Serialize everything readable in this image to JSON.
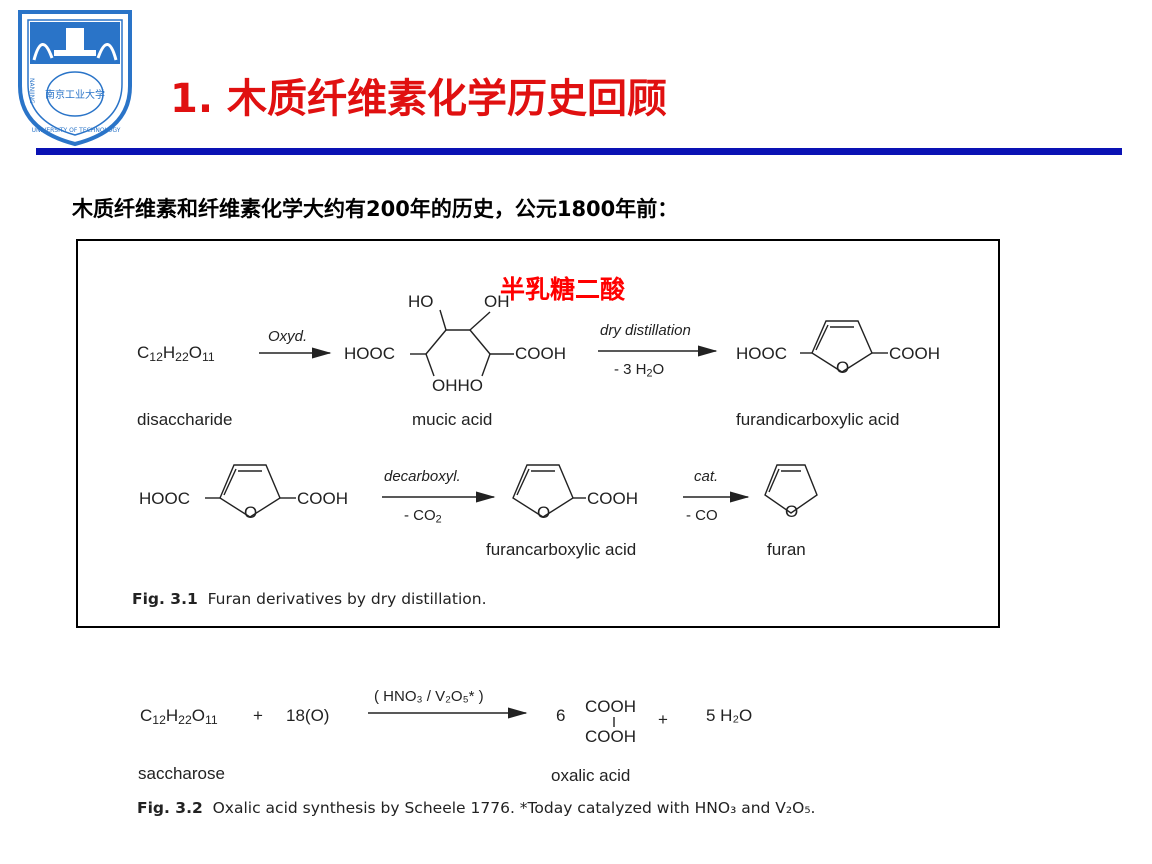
{
  "slide": {
    "title": "1. 木质纤维素化学历史回顾",
    "subtitle": "木质纤维素和纤维素化学大约有200年的历史，公元1800年前：",
    "colors": {
      "title": "#e01010",
      "rule": "#0a12b4",
      "logo": "#2a74c8",
      "annotation": "#ff0000"
    },
    "logo": {
      "name": "university-seal",
      "text_top": "NANJING UNIVERSITY OF TECHNOLOGY",
      "text_center": "南京工业大学"
    }
  },
  "figure1": {
    "annotation": "半乳糖二酸",
    "row1": {
      "reactant": "disaccharide",
      "arrow1_top": "Oxyd.",
      "mucic_ho": "HO",
      "mucic_oh_top": "OH",
      "mucic_ohho": "OHHO",
      "mucic_hooc": "HOOC",
      "mucic_cooh": "COOH",
      "mucic_label": "mucic acid",
      "arrow2_top": "dry distillation",
      "arrow2_bottom_pre": "- 3 H",
      "arrow2_bottom_post": "O",
      "product_hooc": "HOOC",
      "product_cooh": "COOH",
      "product_label": "furandicarboxylic acid"
    },
    "row2": {
      "start_hooc": "HOOC",
      "start_cooh": "COOH",
      "arrow1_top": "decarboxyl.",
      "arrow1_bottom": "- CO",
      "mid_cooh": "COOH",
      "mid_label": "furancarboxylic acid",
      "arrow2_top": "cat.",
      "arrow2_bottom": "- CO",
      "end_label": "furan",
      "ring_o": "O"
    },
    "caption_bold": "Fig. 3.1",
    "caption_text": "Furan derivatives by dry distillation."
  },
  "figure2": {
    "reactant_label": "saccharose",
    "plus": "+",
    "reagent": "18(O)",
    "arrow_top": "( HNO₃ / V₂O₅* )",
    "coef": "6",
    "cooh": "COOH",
    "product_label": "oxalic acid",
    "water": "5 H₂O",
    "caption_bold": "Fig. 3.2",
    "caption_text": "Oxalic acid synthesis by Scheele 1776. *Today catalyzed with HNO₃ and V₂O₅."
  }
}
